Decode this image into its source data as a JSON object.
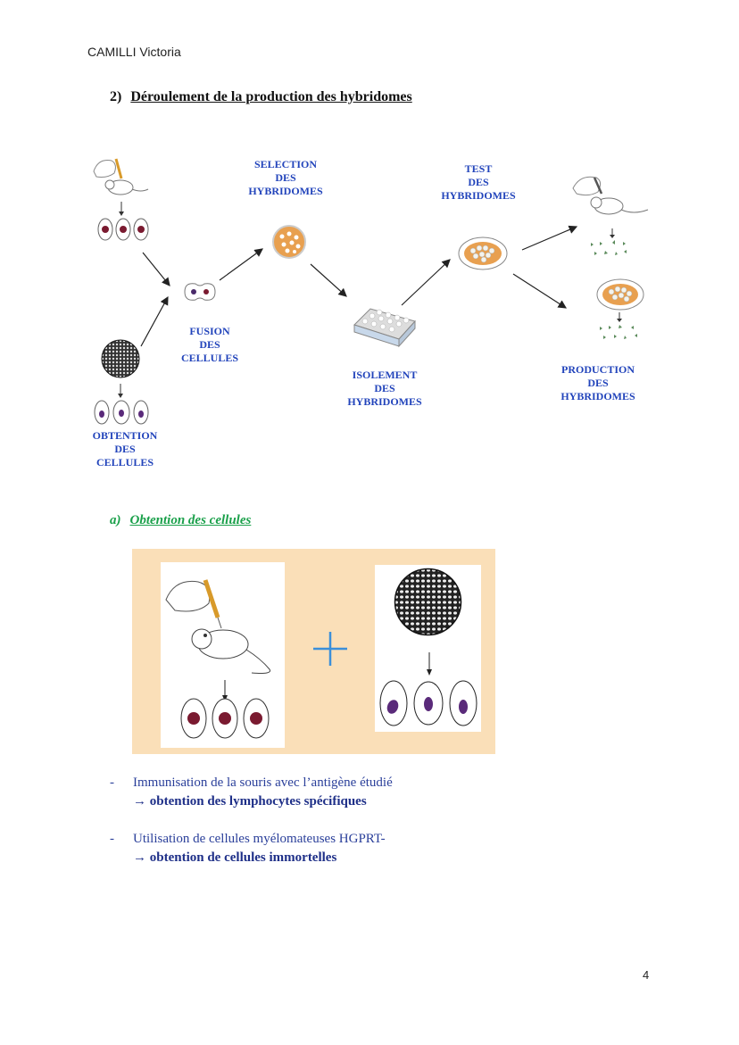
{
  "header": {
    "author": "CAMILLI Victoria"
  },
  "section": {
    "number": "2)",
    "title": "Déroulement de la production des hybridomes"
  },
  "diagram": {
    "labels": {
      "obtention": [
        "OBTENTION",
        "DES",
        "CELLULES"
      ],
      "fusion": [
        "FUSION",
        "DES",
        "CELLULES"
      ],
      "selection": [
        "SELECTION",
        "DES",
        "HYBRIDOMES"
      ],
      "isolement": [
        "ISOLEMENT",
        "DES",
        "HYBRIDOMES"
      ],
      "test": [
        "TEST",
        "DES",
        "HYBRIDOMES"
      ],
      "production": [
        "PRODUCTION",
        "DES",
        "HYBRIDOMES"
      ]
    }
  },
  "subsection": {
    "number": "a)",
    "title": "Obtention des cellules"
  },
  "figure": {
    "plus_color": "#3b8fd9",
    "background": "#fadfb8"
  },
  "bullets": [
    {
      "dash": "-",
      "text": "Immunisation de la souris avec l’antigène étudié",
      "result": "→ obtention des lymphocytes spécifiques"
    },
    {
      "dash": "-",
      "text": "Utilisation de cellules myélomateuses HGPRT-",
      "result": "→ obtention de cellules immortelles"
    }
  ],
  "footer": {
    "page_number": "4"
  }
}
